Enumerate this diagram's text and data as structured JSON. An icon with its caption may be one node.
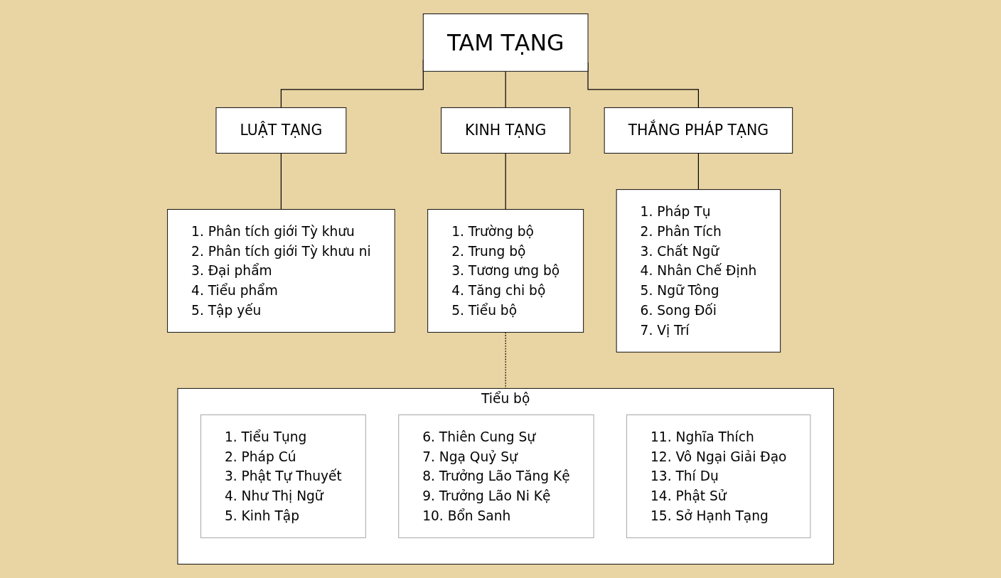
{
  "diagram": {
    "nodes": [
      {
        "text": [
          "TAM TẠNG"
        ]
      },
      {
        "text": [
          "LUẬT TẠNG"
        ]
      },
      {
        "text": [
          "KINH TẠNG"
        ]
      },
      {
        "text": [
          "THẮNG PHÁP TẠNG"
        ]
      },
      {
        "text": [
          "1. Phân tích giới Tỳ khưu",
          "2. Phân tích giới Tỳ khưu ni",
          "3. Đại phẩm",
          "4. Tiểu phẩm",
          "5. Tập yếu"
        ]
      },
      {
        "text": [
          "1. Trường bộ",
          "2. Trung bộ",
          "3. Tương ưng bộ",
          "4. Tăng chi bộ",
          "5. Tiểu bộ"
        ]
      },
      {
        "text": [
          "1. Pháp Tụ",
          "2. Phân Tích",
          "3. Chất Ngữ",
          "4. Nhân Chế Định",
          "5. Ngữ Tông",
          "6. Song Đối",
          "7. Vị Trí"
        ]
      },
      {
        "text": [
          "Tiểu bộ"
        ]
      },
      {
        "text": [
          "1. Tiểu Tụng",
          "2. Pháp Cú",
          "3. Phật Tự Thuyết",
          "4. Như Thị Ngữ",
          "5. Kinh Tập"
        ],
        "in": 7
      },
      {
        "text": [
          "6. Thiên Cung Sự",
          "7. Ngạ Quỷ Sự",
          "8. Trưởng Lão Tăng Kệ",
          "9. Trưởng Lão Ni Kệ",
          "10. Bổn Sanh"
        ],
        "in": 7
      },
      {
        "text": [
          "11. Nghĩa Thích",
          "12. Vô Ngại Giải Đạo",
          "13. Thí Dụ",
          "14. Phật Sử",
          "15. Sở Hạnh Tạng"
        ],
        "in": 7
      }
    ],
    "edges": [
      {
        "from": 0,
        "to": 1,
        "arrow": "none"
      },
      {
        "from": 0,
        "to": 2,
        "arrow": "none"
      },
      {
        "from": 0,
        "to": 3,
        "arrow": "none"
      },
      {
        "from": 1,
        "to": 4,
        "arrow": "none"
      },
      {
        "from": 2,
        "to": 5,
        "arrow": "none"
      },
      {
        "from": 3,
        "to": 6,
        "arrow": "none"
      },
      {
        "from": 5,
        "to": 7,
        "arrow": "none",
        "style": "dashed"
      }
    ]
  }
}
